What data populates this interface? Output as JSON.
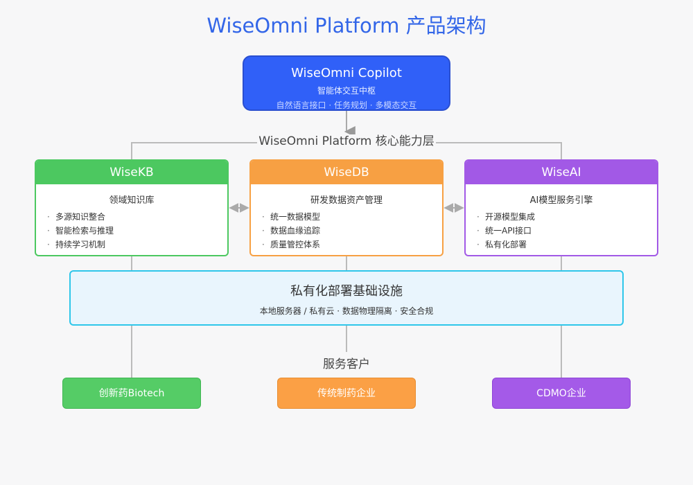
{
  "title": "WiseOmni Platform 产品架构",
  "copilot": {
    "title": "WiseOmni Copilot",
    "subtitle": "智能体交互中枢",
    "features": "自然语言接口 · 任务规划 · 多模态交互",
    "color": "#3060f8"
  },
  "core_layer_label": "WiseOmni Platform 核心能力层",
  "modules": [
    {
      "name": "WiseKB",
      "subtitle": "领域知识库",
      "color": "#4cc860",
      "items": [
        "多源知识整合",
        "智能检索与推理",
        "持续学习机制"
      ]
    },
    {
      "name": "WiseDB",
      "subtitle": "研发数据资产管理",
      "color": "#f7a043",
      "items": [
        "统一数据模型",
        "数据血缘追踪",
        "质量管控体系"
      ]
    },
    {
      "name": "WiseAI",
      "subtitle": "AI模型服务引擎",
      "color": "#a259e6",
      "items": [
        "开源模型集成",
        "统一API接口",
        "私有化部署"
      ]
    }
  ],
  "infrastructure": {
    "title": "私有化部署基础设施",
    "subtitle": "本地服务器 / 私有云 · 数据物理隔离 · 安全合规",
    "color": "#2ec6ea"
  },
  "clients_label": "服务客户",
  "clients": [
    {
      "label": "创新药Biotech",
      "color": "#55cc66"
    },
    {
      "label": "传统制药企业",
      "color": "#fba045"
    },
    {
      "label": "CDMO企业",
      "color": "#a45ae8"
    }
  ],
  "bullet": "·"
}
